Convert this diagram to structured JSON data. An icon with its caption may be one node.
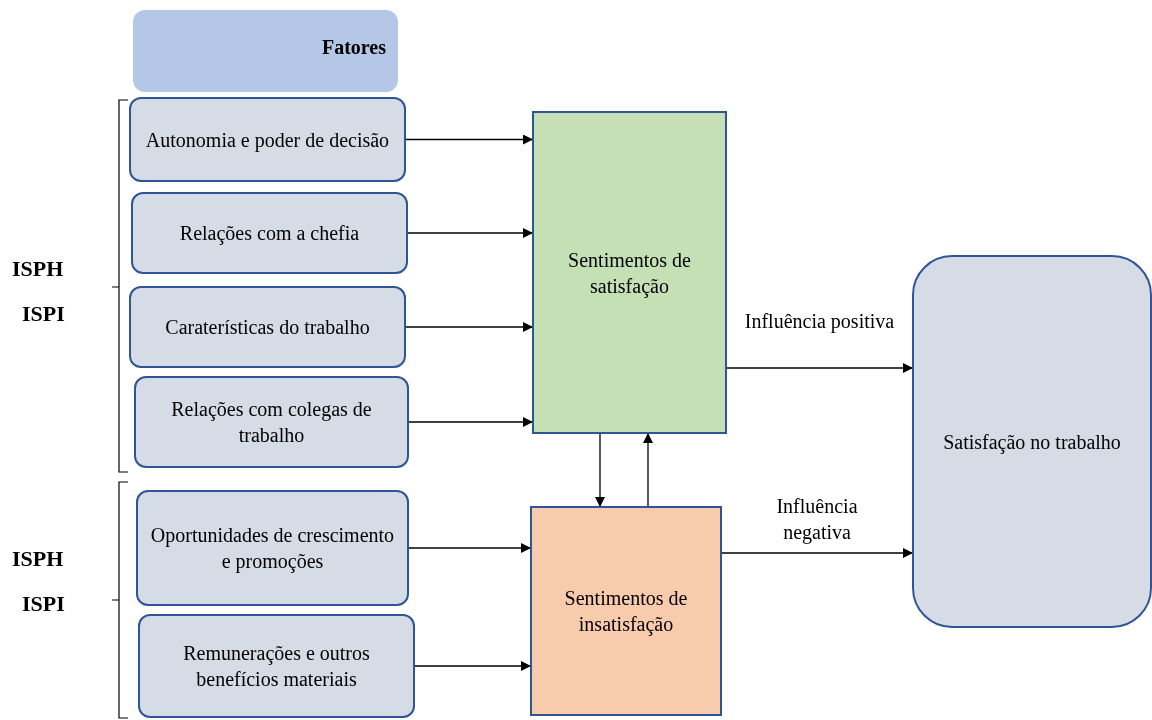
{
  "diagram": {
    "nodes": [
      {
        "text": [
          "Fatores"
        ]
      },
      {
        "text": [
          "Autonomia e poder de decisão"
        ]
      },
      {
        "text": [
          "Relações com a chefia"
        ]
      },
      {
        "text": [
          "Caraterísticas do trabalho"
        ]
      },
      {
        "text": [
          "Relações com colegas de trabalho"
        ]
      },
      {
        "text": [
          "Oportunidades de crescimento e promoções"
        ]
      },
      {
        "text": [
          "Remunerações e outros benefícios materiais"
        ]
      },
      {
        "text": [
          "Sentimentos de satisfação"
        ]
      },
      {
        "text": [
          "Sentimentos de insatisfação"
        ]
      },
      {
        "text": [
          "Satisfação no trabalho"
        ]
      }
    ],
    "edges": [
      {
        "from": 1,
        "to": 7,
        "arrow": "to"
      },
      {
        "from": 2,
        "to": 7,
        "arrow": "to"
      },
      {
        "from": 3,
        "to": 7,
        "arrow": "to"
      },
      {
        "from": 4,
        "to": 7,
        "arrow": "to"
      },
      {
        "from": 5,
        "to": 8,
        "arrow": "to"
      },
      {
        "from": 6,
        "to": 8,
        "arrow": "to"
      },
      {
        "from": 7,
        "to": 8,
        "arrow": "to"
      },
      {
        "from": 8,
        "to": 7,
        "arrow": "to"
      },
      {
        "from": 7,
        "to": 9,
        "arrow": "to",
        "label": "Influência positiva"
      },
      {
        "from": 8,
        "to": 9,
        "arrow": "to",
        "label": "Influência negativa"
      }
    ],
    "labels": [
      "ISPH",
      "ISPI",
      "ISPH",
      "ISPI"
    ]
  }
}
